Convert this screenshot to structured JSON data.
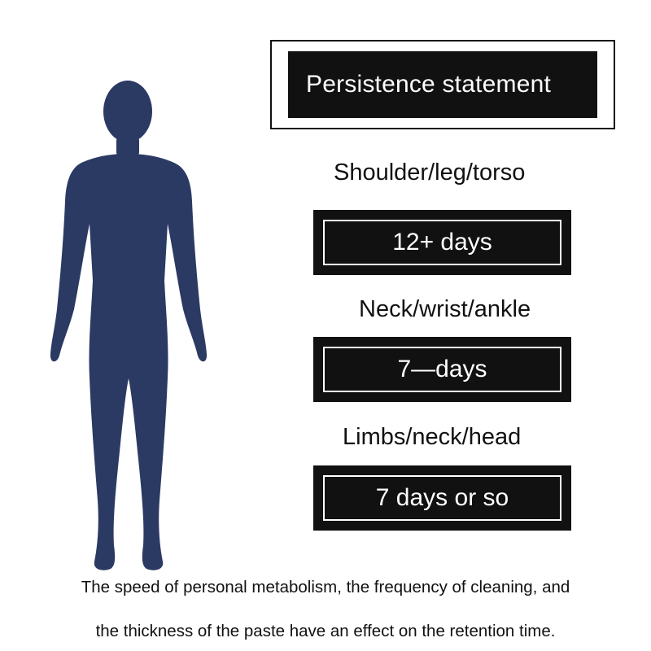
{
  "header": {
    "title": "Persistence statement"
  },
  "figure": {
    "icon": "human-silhouette-icon",
    "color": "#2b3a63"
  },
  "zones": [
    {
      "label": "Shoulder/leg/torso",
      "duration": "12+ days"
    },
    {
      "label": "Neck/wrist/ankle",
      "duration": "7—days"
    },
    {
      "label": "Limbs/neck/head",
      "duration": "7 days or so"
    }
  ],
  "footnote": {
    "line1": "The speed of personal metabolism, the frequency of cleaning, and",
    "line2": "the thickness of the paste have an effect on the retention time."
  }
}
